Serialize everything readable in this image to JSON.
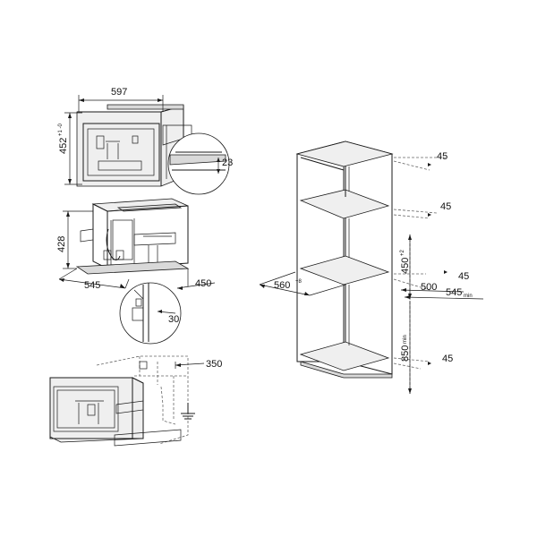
{
  "dimensions": {
    "top_width": "597",
    "top_height": "452",
    "top_height_tol": "+1 -0",
    "detail_23": "23",
    "mid_height": "428",
    "mid_depth": "545",
    "mid_width": "450",
    "detail_30": "30",
    "bottom_350": "350",
    "col_45_top": "45",
    "col_45_second": "45",
    "col_45_mid": "45",
    "col_45_bottom": "45",
    "col_width": "560",
    "col_width_tol": "+8",
    "col_450": "450",
    "col_450_tol": "+2",
    "col_500": "500",
    "col_545": "545",
    "col_545_sub": "min",
    "col_850": "850",
    "col_850_sub": "min"
  }
}
